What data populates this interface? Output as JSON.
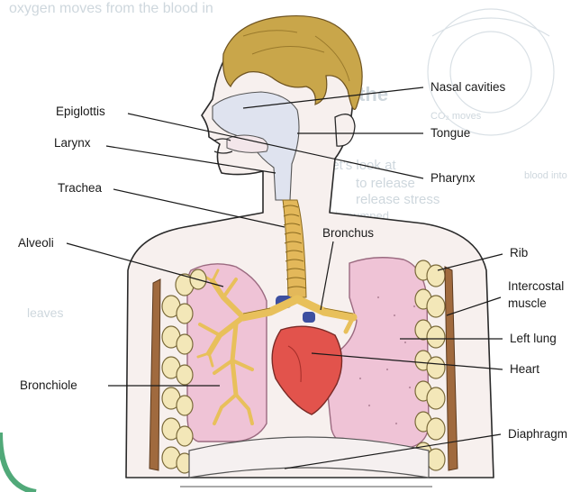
{
  "background": {
    "snippets": [
      "oxygen moves from the blood in",
      "Functions of the",
      "CO₂ moves",
      "blood into",
      "Let's look at",
      "is pumped",
      "to release",
      "leaves",
      "release stress"
    ],
    "colors": {
      "page": "#ffffff",
      "washed_text": "#c9d3da",
      "green_edge": "#3ea06a"
    }
  },
  "diagram": {
    "subject": "human respiratory system",
    "colors": {
      "skin": "#f7f0ee",
      "hair": "#c9a64a",
      "airway": "#dfe3ef",
      "trachea": "#e3b85a",
      "bronchial_tree": "#e8c05b",
      "lung": "#efc3d6",
      "lung_dots": "#b98aa0",
      "heart": "#e2534c",
      "rib": "#f3e7b8",
      "intercostal_muscle": "#a06a3e",
      "vessel": "#3d4fa0"
    }
  },
  "labels": {
    "nasal_cavities": "Nasal cavities",
    "epiglottis": "Epiglottis",
    "tongue": "Tongue",
    "larynx": "Larynx",
    "pharynx": "Pharynx",
    "trachea": "Trachea",
    "bronchus": "Bronchus",
    "alveoli": "Alveoli",
    "rib": "Rib",
    "intercostal_muscle_1": "Intercostal",
    "intercostal_muscle_2": "muscle",
    "left_lung": "Left lung",
    "heart": "Heart",
    "bronchiole": "Bronchiole",
    "diaphragm": "Diaphragm"
  }
}
